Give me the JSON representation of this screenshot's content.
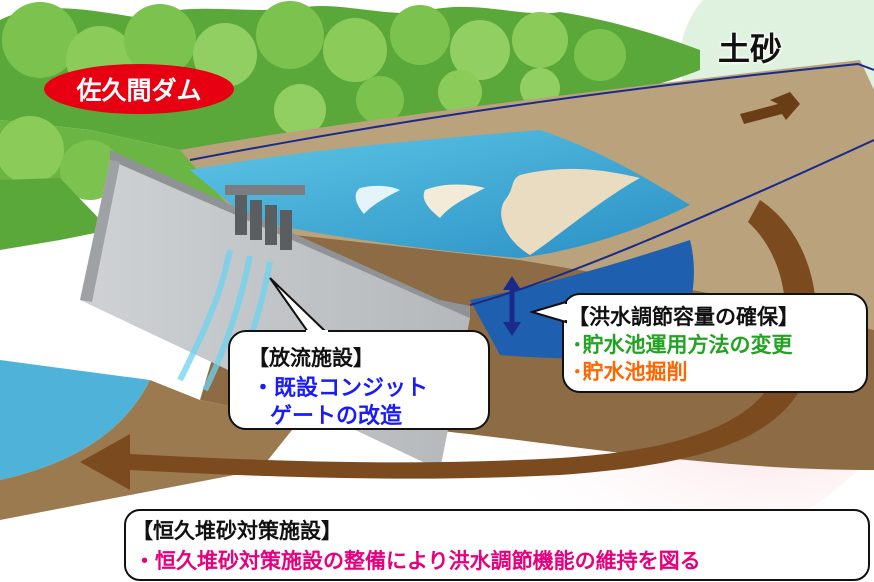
{
  "dam_name": "佐久間ダム",
  "sediment_label": "土砂",
  "discharge_callout": {
    "title": "【放流施設】",
    "line1": "・既設コンジット",
    "line2": "ゲートの改造"
  },
  "flood_callout": {
    "title": "【洪水調節容量の確保】",
    "item1": "･貯水池運用方法の変更",
    "item2": "･貯水池掘削"
  },
  "sediment_callout": {
    "title": "【恒久堆砂対策施設】",
    "line1": "・恒久堆砂対策施設の整備により洪水調節機能の維持を図る"
  },
  "colors": {
    "dam_badge": "#e60012",
    "blue_text": "#1a1aff",
    "green_text": "#22a322",
    "orange_text": "#ff6600",
    "magenta_text": "#e6007e",
    "flow_arrow": "#7b4a1e"
  }
}
